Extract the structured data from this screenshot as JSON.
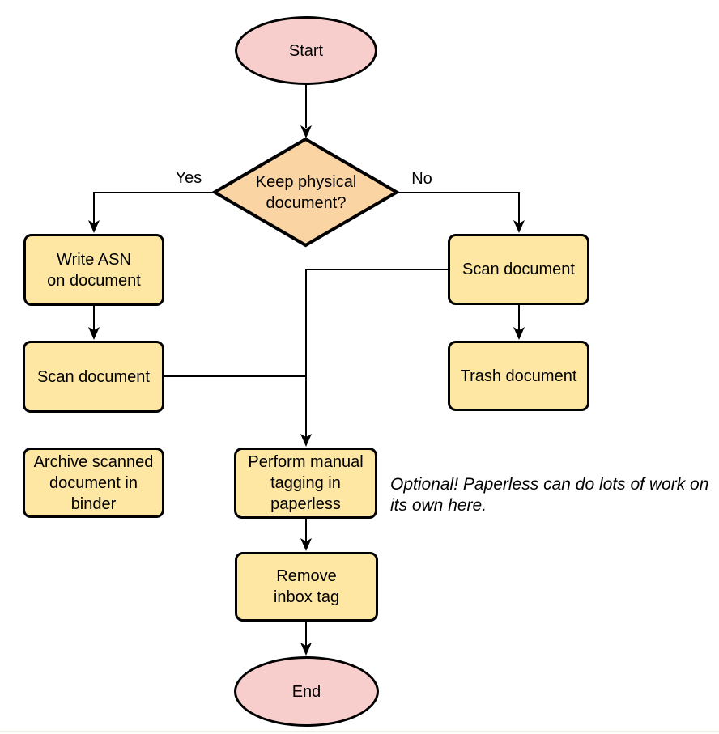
{
  "diagram": {
    "type": "flowchart",
    "colors": {
      "background": "#ffffff",
      "terminal_fill": "#f8cecc",
      "decision_fill": "#fbd4a4",
      "process_fill": "#fde7a3",
      "stroke": "#000000"
    },
    "nodes": {
      "start": {
        "shape": "ellipse",
        "label": "Start"
      },
      "decision": {
        "shape": "diamond",
        "label": "Keep physical\ndocument?"
      },
      "write_asn": {
        "shape": "rect",
        "label": "Write ASN\non document"
      },
      "scan_left": {
        "shape": "rect",
        "label": "Scan document"
      },
      "archive": {
        "shape": "rect",
        "label": "Archive scanned\ndocument in\nbinder"
      },
      "scan_right": {
        "shape": "rect",
        "label": "Scan document"
      },
      "trash": {
        "shape": "rect",
        "label": "Trash document"
      },
      "tagging": {
        "shape": "rect",
        "label": "Perform manual\ntagging in\npaperless"
      },
      "remove_inbox": {
        "shape": "rect",
        "label": "Remove\ninbox tag"
      },
      "end": {
        "shape": "ellipse",
        "label": "End"
      }
    },
    "edge_labels": {
      "yes": "Yes",
      "no": "No"
    },
    "edges": [
      "start -> decision",
      "decision -> write_asn (Yes)",
      "decision -> scan_right (No)",
      "write_asn -> scan_left",
      "scan_left -> tagging",
      "scan_right -> tagging",
      "scan_right -> trash",
      "tagging -> remove_inbox",
      "remove_inbox -> end"
    ],
    "note": "Optional! Paperless can do lots of work on\nits own here."
  }
}
